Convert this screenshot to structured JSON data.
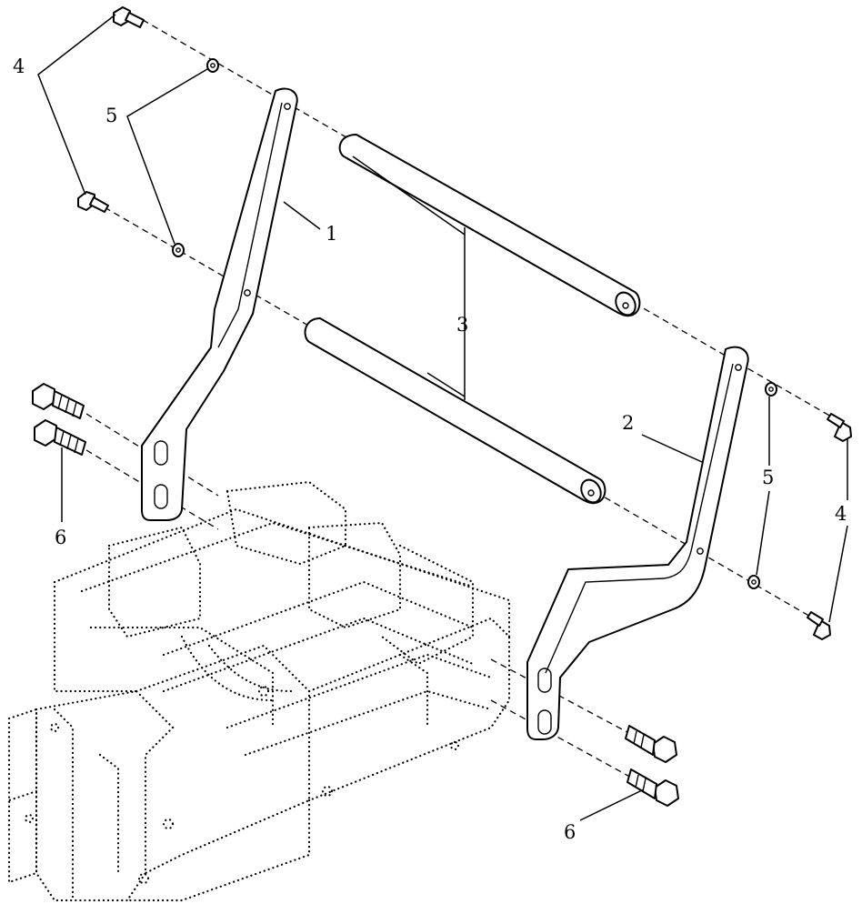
{
  "callouts": {
    "c1": "1",
    "c2": "2",
    "c3": "3",
    "c4_left": "4",
    "c4_right": "4",
    "c5_left": "5",
    "c5_right": "5",
    "c6_left": "6",
    "c6_right": "6"
  }
}
